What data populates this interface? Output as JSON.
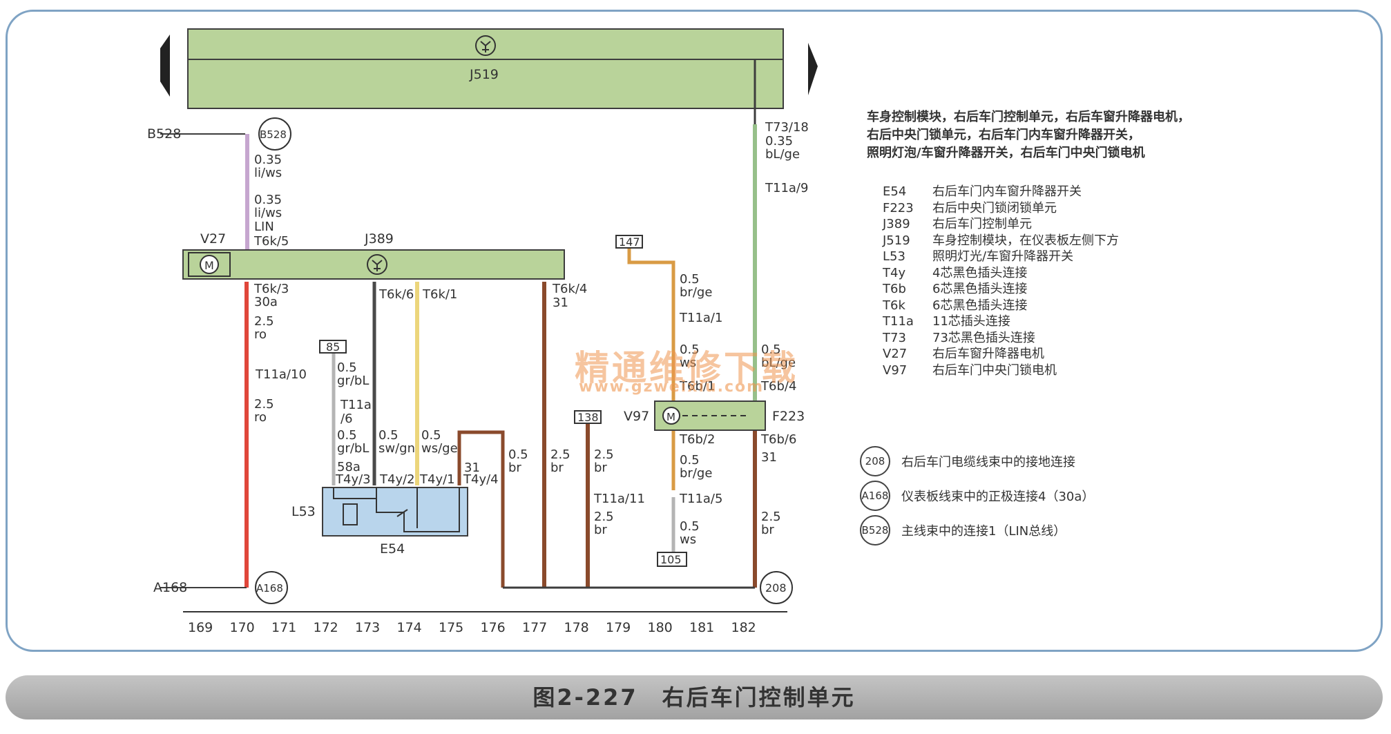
{
  "caption": "图2-227　右后车门控制单元",
  "description_lines": [
    "车身控制模块，右后车门控制单元，右后车窗升降器电机，",
    "右后中央门锁单元，右后车门内车窗升降器开关，",
    "照明灯泡/车窗升降器开关，右后车门中央门锁电机"
  ],
  "legend": [
    {
      "code": "E54",
      "text": "右后车门内车窗升降器开关"
    },
    {
      "code": "F223",
      "text": "右后中央门锁闭锁单元"
    },
    {
      "code": "J389",
      "text": "右后车门控制单元"
    },
    {
      "code": "J519",
      "text": "车身控制模块，在仪表板左侧下方"
    },
    {
      "code": "L53",
      "text": "照明灯光/车窗升降器开关"
    },
    {
      "code": "T4y",
      "text": "4芯黑色插头连接"
    },
    {
      "code": "T6b",
      "text": "6芯黑色插头连接"
    },
    {
      "code": "T6k",
      "text": "6芯黑色插头连接"
    },
    {
      "code": "T11a",
      "text": "11芯插头连接"
    },
    {
      "code": "T73",
      "text": "73芯黑色插头连接"
    },
    {
      "code": "V27",
      "text": "右后车窗升降器电机"
    },
    {
      "code": "V97",
      "text": "右后车门中央门锁电机"
    }
  ],
  "connections": [
    {
      "code": "208",
      "text": "右后车门电缆线束中的接地连接"
    },
    {
      "code": "A168",
      "text": "仪表板线束中的正极连接4（30a）"
    },
    {
      "code": "B528",
      "text": "主线束中的连接1（LIN总线）"
    }
  ],
  "watermark": {
    "main": "精通维修下载",
    "url": "www.gzweixiu.com"
  },
  "diagram": {
    "components": {
      "j519": "J519",
      "j389": "J389",
      "v27": "V27",
      "v97": "V97",
      "f223": "F223",
      "l53": "L53",
      "e54": "E54",
      "motor_symbol": "M"
    },
    "grounds": {
      "b528_label": "B528",
      "b528_circle": "B528",
      "a168_label": "A168",
      "a168_circle": "A168",
      "g208": "208"
    },
    "boxes": {
      "b85": "85",
      "b147": "147",
      "b138": "138",
      "b105": "105"
    },
    "pins": {
      "t73_18": "T73/18",
      "t11a_9": "T11a/9",
      "t6k_5": "T6k/5",
      "t6k_3": "T6k/3",
      "t6k_6": "T6k/6",
      "t6k_1": "T6k/1",
      "t6k_4": "T6k/4",
      "t11a_10": "T11a/10",
      "t11a": "T11a",
      "slash6": "/6",
      "t4y_3": "T4y/3",
      "t4y_2": "T4y/2",
      "t4y_1": "T4y/1",
      "t4y_4": "T4y/4",
      "t11a_1": "T11a/1",
      "t6b_1": "T6b/1",
      "t6b_4": "T6b/4",
      "t6b_2": "T6b/2",
      "t6b_6": "T6b/6",
      "t11a_11": "T11a/11",
      "t11a_5": "T11a/5"
    },
    "wires": {
      "w_035": "0.35",
      "w_liws": "li/ws",
      "w_035b": "0.35",
      "w_liwsb": "li/ws",
      "w_lin": "LIN",
      "w_t73_a": "0.35",
      "w_t73_b": "bL/ge",
      "w_30a": "30a",
      "w_25a": "2.5",
      "w_roa": "ro",
      "w_25b": "2.5",
      "w_rob": "ro",
      "w_05grbl1a": "0.5",
      "w_05grbl1b": "gr/bL",
      "w_05grbl2a": "0.5",
      "w_05grbl2b": "gr/bL",
      "w_58a": "58a",
      "w_swgn_a": "0.5",
      "w_swgn_b": "sw/gn",
      "w_wsge_a": "0.5",
      "w_wsge_b": "ws/ge",
      "w_31a": "31",
      "w_05br_a": "0.5",
      "w_05br_b": "br",
      "w_31b": "31",
      "w_25br1a": "2.5",
      "w_25br1b": "br",
      "w_25br2a": "2.5",
      "w_25br2b": "br",
      "w_25br3a": "2.5",
      "w_25br3b": "br",
      "w_brge1a": "0.5",
      "w_brge1b": "br/ge",
      "w_05ws1a": "0.5",
      "w_05ws1b": "ws",
      "w_05blgea": "0.5",
      "w_05blgeb": "bL/ge",
      "w_brge2a": "0.5",
      "w_brge2b": "br/ge",
      "w_05ws2a": "0.5",
      "w_05ws2b": "ws",
      "w_31c": "31",
      "w_25br4a": "2.5",
      "w_25br4b": "br"
    },
    "track_numbers": [
      "169",
      "170",
      "171",
      "172",
      "173",
      "174",
      "175",
      "176",
      "177",
      "178",
      "179",
      "180",
      "181",
      "182"
    ],
    "colors": {
      "module_fill": "#b9d39a",
      "e54_fill": "#b9d5ec",
      "red": "#e0463a",
      "brown": "#8a4a2c",
      "orange": "#d99b45",
      "yellow": "#ecd67c",
      "green": "#97c08a",
      "violet": "#c6a6cf",
      "gray": "#b4b4b4",
      "black": "#4a4a4a"
    }
  }
}
